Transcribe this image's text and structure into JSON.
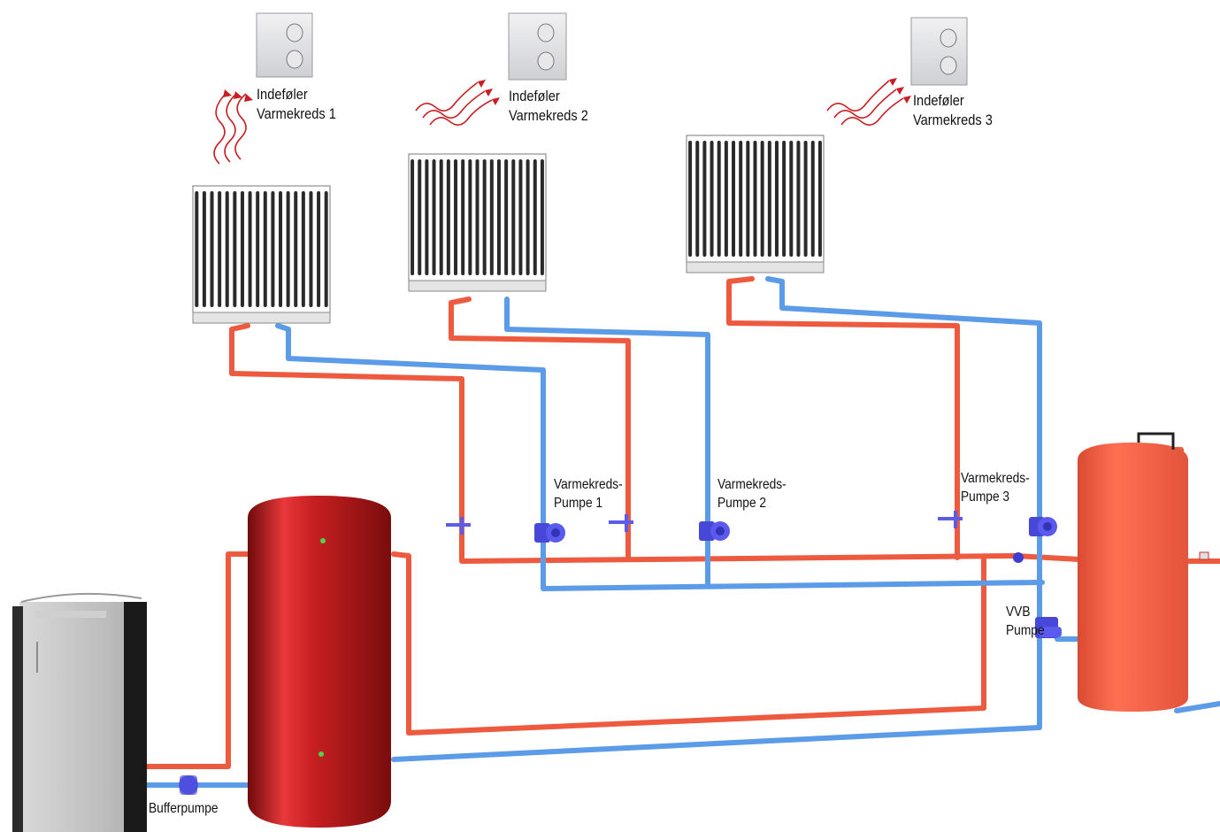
{
  "labels": {
    "sensor1": [
      "Indeføler",
      "Varmekreds 1"
    ],
    "sensor2": [
      "Indeføler",
      "Varmekreds 2"
    ],
    "sensor3": [
      "Indeføler",
      "Varmekreds 3"
    ],
    "pump1": [
      "Varmekreds-",
      "Pumpe 1"
    ],
    "pump2": [
      "Varmekreds-",
      "Pumpe 2"
    ],
    "pump3": [
      "Varmekreds-",
      "Pumpe 3"
    ],
    "vvb_pump": [
      "VVB",
      "Pumpe"
    ],
    "buffer_pump": "Bufferpumpe"
  },
  "colors": {
    "supply_pipe": "#ee5a40",
    "return_pipe": "#5b9be8",
    "pump": "#4d4de0",
    "buffer_tank": "#b91d1d",
    "hot_water_tank": "#f26347",
    "boiler": "#c8c8c8",
    "heat_waves": "#c91f24"
  },
  "icons": [
    "room-sensor-icon",
    "heat-wave-icon",
    "radiator-icon",
    "circulation-pump-icon",
    "valve-icon",
    "boiler-icon",
    "buffer-tank-icon",
    "hot-water-tank-icon"
  ]
}
